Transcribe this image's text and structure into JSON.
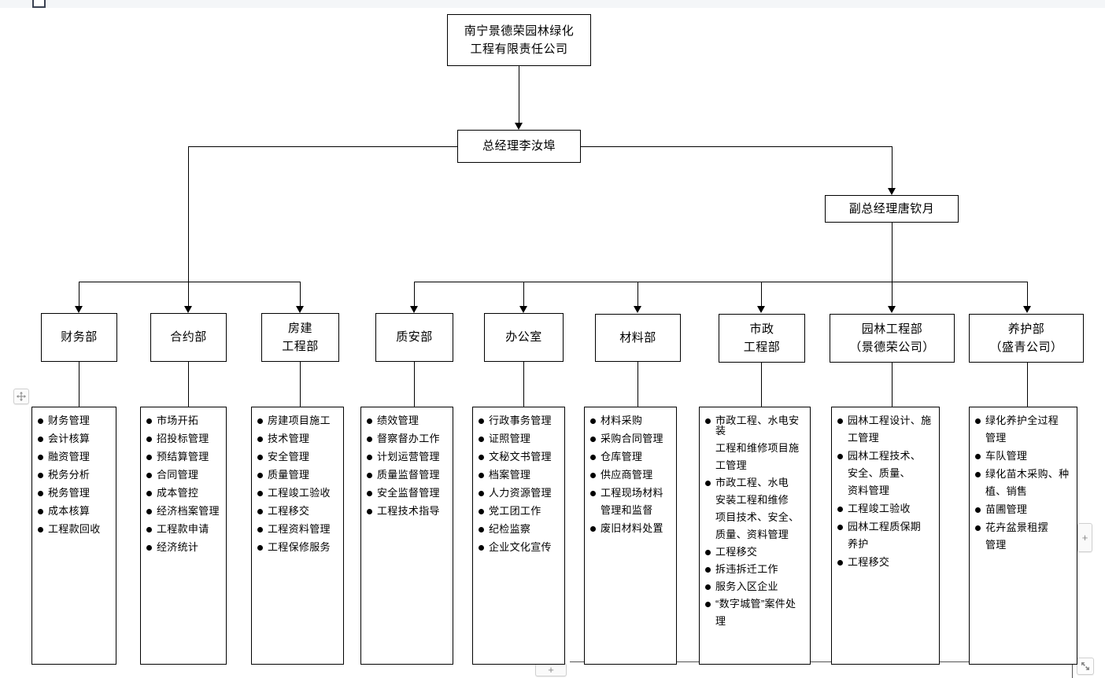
{
  "editor": {
    "top_handle": "drag-handle",
    "move_handle_icon": "move-arrows-icon",
    "add_column_label": "+",
    "add_row_label": "+",
    "resize_handle_icon": "resize-diagonal-icon"
  },
  "chart": {
    "company": {
      "lines": [
        "南宁景德荣园林绿化",
        "工程有限责任公司"
      ]
    },
    "general_manager": {
      "lines": [
        "总经理李汝埠"
      ]
    },
    "deputy_manager": {
      "lines": [
        "副总经理唐钦月"
      ]
    },
    "departments": [
      {
        "id": "finance",
        "title_lines": [
          "财务部"
        ],
        "duties": [
          "财务管理",
          "会计核算",
          "融资管理",
          "税务分析",
          "税务管理",
          "成本核算",
          "工程款回收"
        ]
      },
      {
        "id": "contract",
        "title_lines": [
          "合约部"
        ],
        "duties": [
          "市场开拓",
          "招投标管理",
          "预结算管理",
          "合同管理",
          "成本管控",
          "经济档案管理",
          "工程款申请",
          "经济统计"
        ]
      },
      {
        "id": "housing-engineering",
        "title_lines": [
          "房建",
          "工程部"
        ],
        "duties": [
          "房建项目施工",
          "技术管理",
          "安全管理",
          "质量管理",
          "工程竣工验收",
          "工程移交",
          "工程资料管理",
          "工程保修服务"
        ]
      },
      {
        "id": "quality-safety",
        "title_lines": [
          "质安部"
        ],
        "duties": [
          "绩效管理",
          "督察督办工作",
          "计划运营管理",
          "质量监督管理",
          "安全监督管理",
          "工程技术指导"
        ]
      },
      {
        "id": "office",
        "title_lines": [
          "办公室"
        ],
        "duties": [
          "行政事务管理",
          "证照管理",
          "文秘文书管理",
          "档案管理",
          "人力资源管理",
          "党工团工作",
          "纪检监察",
          "企业文化宣传"
        ]
      },
      {
        "id": "materials",
        "title_lines": [
          "材料部"
        ],
        "duties": [
          "材料采购",
          "采购合同管理",
          "仓库管理",
          "供应商管理",
          [
            "工程现场材料",
            "管理和监督"
          ],
          "废旧材料处置"
        ]
      },
      {
        "id": "municipal-engineering",
        "title_lines": [
          "市政",
          "工程部"
        ],
        "duties": [
          [
            "市政工程、水电安装",
            "工程和维修项目施",
            "工管理"
          ],
          [
            "市政工程、水电",
            "安装工程和维修",
            "项目技术、安全、",
            "质量、资料管理"
          ],
          "工程移交",
          "拆违拆迁工作",
          "服务入区企业",
          [
            "“数字城管”案件处",
            "理"
          ]
        ]
      },
      {
        "id": "landscape-engineering",
        "title_lines": [
          "园林工程部",
          "（景德荣公司）"
        ],
        "duties": [
          [
            "园林工程设计、施",
            "工管理"
          ],
          [
            "园林工程技术、",
            "安全、质量、",
            "资料管理"
          ],
          "工程竣工验收",
          [
            "园林工程质保期",
            "养护"
          ],
          "工程移交"
        ]
      },
      {
        "id": "maintenance",
        "title_lines": [
          "养护部",
          "（盛青公司）"
        ],
        "duties": [
          [
            "绿化养护全过程",
            "管理"
          ],
          "车队管理",
          [
            "绿化苗木采购、种",
            "植、销售"
          ],
          "苗圃管理",
          [
            "花卉盆景租摆",
            "管理"
          ]
        ]
      }
    ]
  }
}
